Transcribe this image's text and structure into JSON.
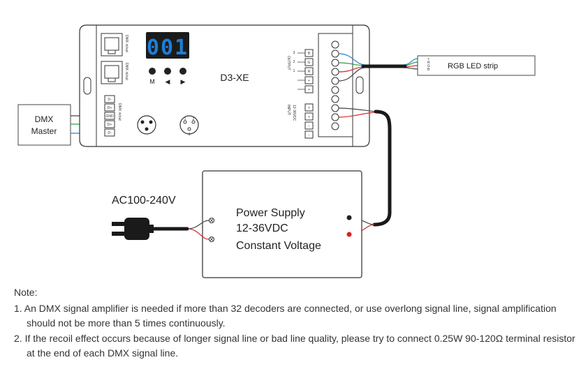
{
  "dmx_master": {
    "line1": "DMX",
    "line2": "Master"
  },
  "decoder": {
    "model": "D3-XE",
    "display": "001",
    "buttons": [
      "M",
      "◀",
      "▶"
    ],
    "rj45_labels": [
      "DMX in/out",
      "DMX in/out"
    ],
    "dmx_terminals": [
      "D-",
      "D+",
      "GND",
      "D+",
      "D-"
    ],
    "dmx_vertical_label": "DMX in/out",
    "output_label": "OUTPUT",
    "output_terminals": [
      "B",
      "G",
      "R",
      "+",
      "+"
    ],
    "output_numbers": [
      "3",
      "2",
      "1"
    ],
    "input_label": "INPUT",
    "input_voltage_label": "12-36VDC",
    "input_terminals": [
      "+",
      "+",
      "−",
      "−"
    ],
    "xlr_pins": [
      "1",
      "2",
      "3"
    ]
  },
  "led_strip": {
    "label": "RGB LED strip",
    "pins": [
      "+",
      "R",
      "G",
      "B"
    ]
  },
  "power_supply": {
    "line1": "Power Supply",
    "line2": "12-36VDC",
    "line3": "Constant Voltage"
  },
  "ac_label": "AC100-240V",
  "notes": {
    "title": "Note:",
    "items": [
      "1. An DMX signal amplifier is needed if more than 32 decoders are connected, or use overlong signal line, signal amplification should not be more than 5 times continuously.",
      "2. If the recoil effect occurs because of longer signal line or bad line quality, please try to connect 0.25W 90-120Ω terminal resistor at the end of each DMX signal line."
    ]
  },
  "colors": {
    "display_bg": "#1b1b1b",
    "display_digits": "#1e7fd6",
    "red_wire": "#d42a2a",
    "blue_wire": "#2a7fd4",
    "green_wire": "#2aa04a",
    "cyan_wire": "#40b8c8"
  }
}
